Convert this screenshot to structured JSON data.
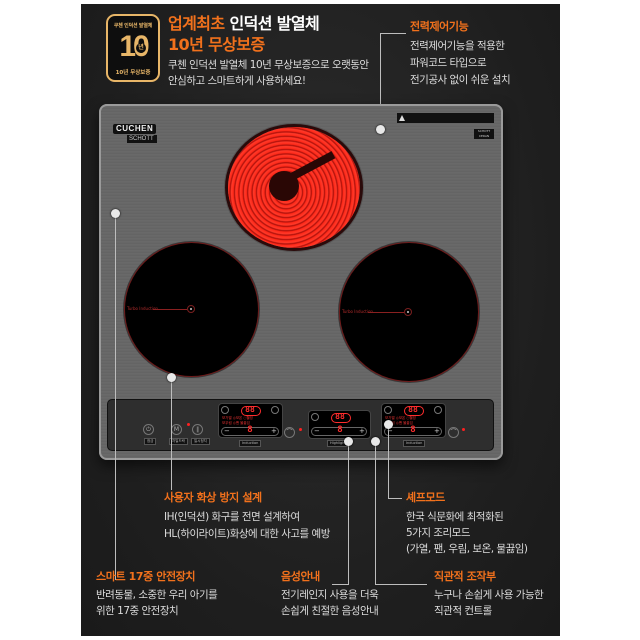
{
  "badge": {
    "top_text": "쿠첸 인덕션 발열체",
    "big_number": "10",
    "year_mark": "년",
    "bottom_text": "10년 무상보증",
    "color": "#e8b668"
  },
  "headline": {
    "line1_highlight": "업계최초",
    "line1_rest": " 인덕션 발열체",
    "line2": "10년 무상보증",
    "desc_line1": "쿠첸 인덕션 발열체 10년 무상보증으로 오랫동안",
    "desc_line2": "안심하고 스마트하게 사용하세요!"
  },
  "product": {
    "brand": "CUCHEN",
    "sub_brand": "SCHOTT",
    "warning_label": "⚠ caution text",
    "schott_label": "SCHOTT CERAN",
    "zones": [
      {
        "type": "induction",
        "label": "Turbo Induction"
      },
      {
        "type": "highlight",
        "label": "Highlight"
      },
      {
        "type": "induction",
        "label": "Turbo Induction"
      }
    ],
    "control_panel": {
      "left_buttons": [
        {
          "label": "잠금",
          "icon": "power-icon"
        },
        {
          "label": "차일드락",
          "icon": "mode-icon"
        },
        {
          "label": "일시정지",
          "icon": "pause-icon"
        }
      ],
      "displays": [
        {
          "timer": "88",
          "level": "8",
          "name": "Induction",
          "minus": "−",
          "plus": "+",
          "modes_row1": "보가열 ◎보온 ○웰빙",
          "modes_row2": "보우림 ◎팬 물끓임"
        },
        {
          "timer": "88",
          "level": "8",
          "name": "Highlight",
          "minus": "−",
          "plus": "+"
        },
        {
          "timer": "88",
          "level": "8",
          "name": "Induction",
          "minus": "−",
          "plus": "+",
          "modes_row1": "보가열 ◎보온 ○웰빙",
          "modes_row2": "보우림 ◎팬 물끓임"
        }
      ]
    }
  },
  "callouts": {
    "power_control": {
      "title": "전력제어기능",
      "lines": [
        "전력제어기능을 적용한",
        "파워코드 타입으로",
        "전기공사 없이 쉬운 설치"
      ]
    },
    "burn_prevention": {
      "title": "사용자 화상 방지 설계",
      "lines": [
        "IH(인덕션) 화구를 전면 설계하여",
        "HL(하이라이트)화상에 대한 사고를 예방"
      ]
    },
    "chef_mode": {
      "title": "셰프모드",
      "lines": [
        "한국 식문화에 최적화된",
        "5가지 조리모드",
        "(가열, 팬, 우림, 보온, 물끓임)"
      ]
    },
    "safety": {
      "title": "스마트 17중 안전장치",
      "lines": [
        "반려동물, 소중한 우리 아기를",
        "위한 17중 안전장치"
      ]
    },
    "voice_guide": {
      "title": "음성안내",
      "lines": [
        "전기레인지 사용을 더욱",
        "손쉽게 친절한 음성안내"
      ]
    },
    "intuitive_control": {
      "title": "직관적 조작부",
      "lines": [
        "누구나 손쉽게 사용 가능한",
        "직관적 컨트롤"
      ]
    }
  },
  "colors": {
    "accent": "#f2711c",
    "background": "#232323",
    "heating_red": "#ff2a1a"
  }
}
